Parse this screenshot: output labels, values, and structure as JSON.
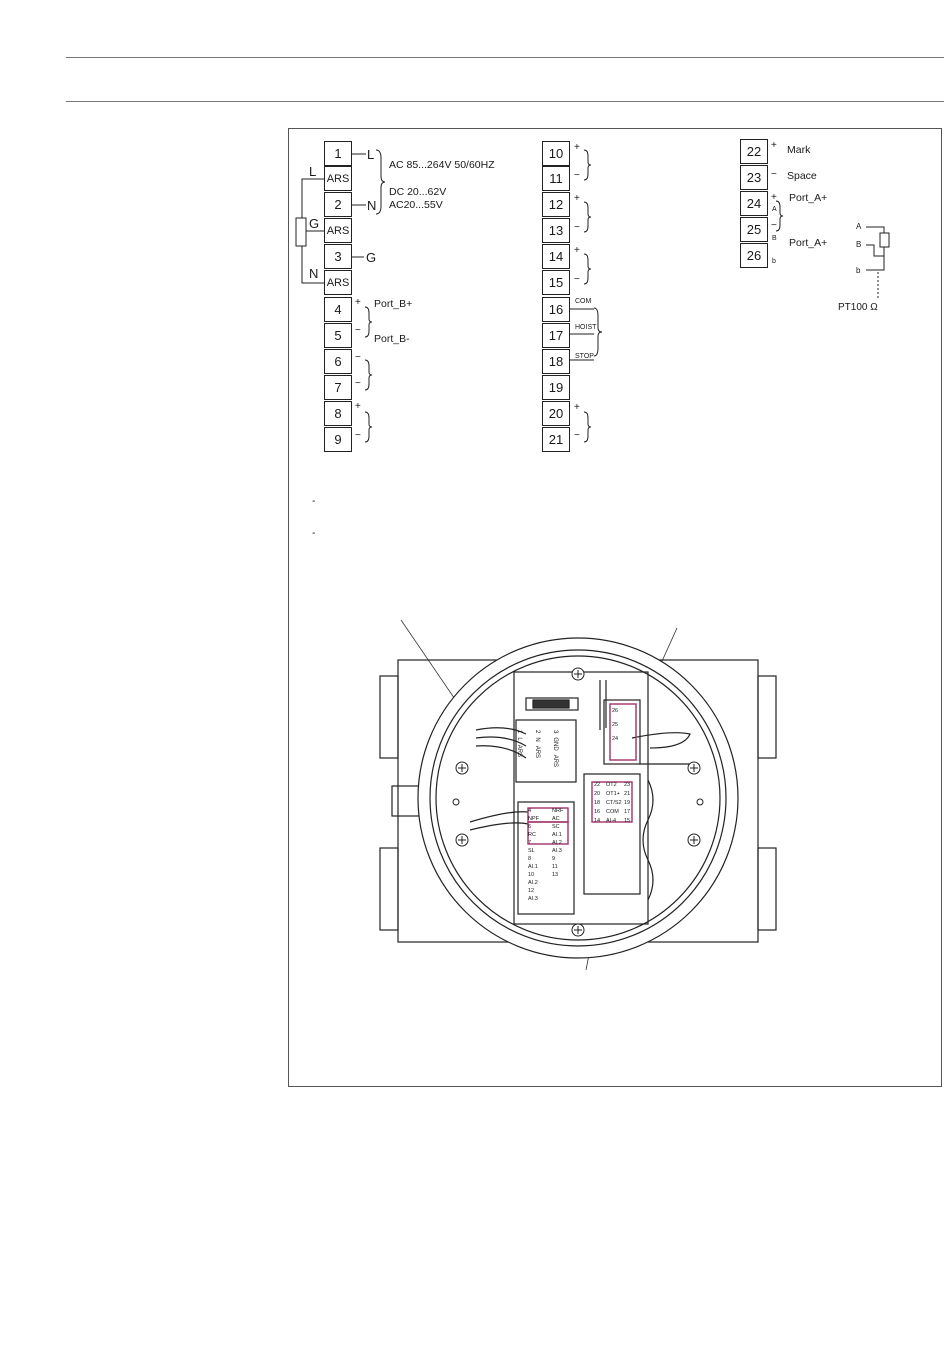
{
  "terminals_left": [
    "1",
    "ARS",
    "2",
    "ARS",
    "3",
    "ARS",
    "4",
    "5",
    "6",
    "7",
    "8",
    "9"
  ],
  "terminals_mid": [
    "10",
    "11",
    "12",
    "13",
    "14",
    "15",
    "16",
    "17",
    "18",
    "19",
    "20",
    "21"
  ],
  "terminals_right": [
    "22",
    "23",
    "24",
    "25",
    "26"
  ],
  "power": {
    "L_marker": "L",
    "G_marker": "G",
    "N_marker": "N",
    "term1_tag": "L",
    "term2_tag": "N",
    "term3_tag": "G",
    "supply_ac": "AC 85...264V 50/60HZ",
    "supply_dc": "DC 20...62V",
    "supply_ac_low": "AC20...55V"
  },
  "port_b_plus": "Port_B+",
  "port_b_minus": "Port_B-",
  "mid_tags": {
    "com": "COM",
    "hoist": "HOIST",
    "stop": "STOP"
  },
  "right_labels": {
    "mark": "Mark",
    "space": "Space",
    "port_a1": "Port_A+",
    "port_a2": "Port_A+",
    "tag_a": "A",
    "tag_b": "B",
    "tag_b2": "b"
  },
  "pt100": {
    "a": "A",
    "b": "B",
    "b2": "b",
    "label": "PT100 Ω"
  },
  "notes": [
    "-",
    "-"
  ],
  "board_labels": {
    "left_block_rows": [
      [
        "1",
        "L",
        "ARS"
      ],
      [
        "2",
        "N",
        "ARS"
      ],
      [
        "3",
        "GND",
        "ARS"
      ]
    ],
    "io_rows": [
      [
        "4",
        "NPF",
        "NRF"
      ],
      [
        "6",
        "RC",
        "AC"
      ],
      [
        "7",
        "SL",
        "SC"
      ],
      [
        "8",
        "AI.1",
        "AI.1"
      ],
      [
        "10",
        "AI.2",
        "AI.2"
      ],
      [
        "12",
        "AI.3",
        "AI.3"
      ]
    ],
    "io_bottom": [
      "9",
      "11",
      "13"
    ],
    "right_block_top": [
      "22",
      "OT2",
      "23"
    ],
    "right_block_rows": [
      [
        "20",
        "OT1+",
        "21"
      ],
      [
        "18",
        "CT/S2",
        "19"
      ],
      [
        "16",
        "COM",
        "17"
      ],
      [
        "14",
        "AI-4",
        "15"
      ]
    ],
    "small_block": [
      "26",
      "25",
      "24"
    ]
  }
}
